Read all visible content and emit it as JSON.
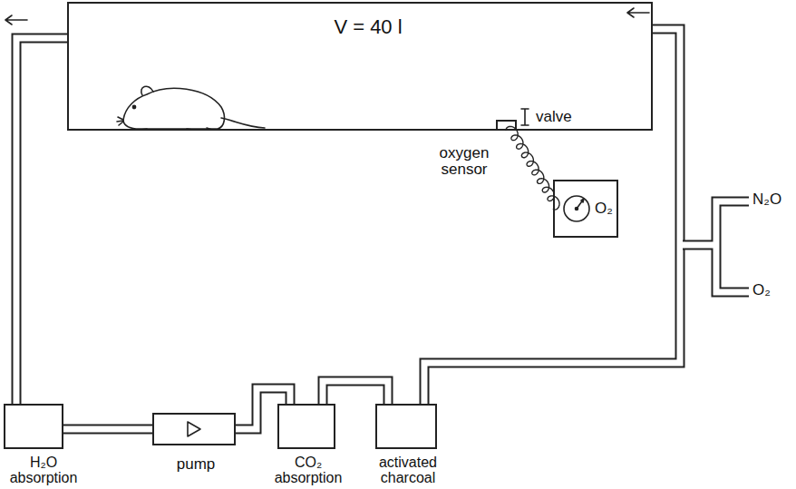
{
  "diagram": {
    "nodes": [
      {
        "text": [
          "V = 40 l"
        ]
      },
      {
        "text": [
          "valve"
        ],
        "in": 0
      },
      {
        "text": [
          "oxygen sensor",
          "O₂"
        ]
      },
      {
        "text": [
          "H₂O absorption"
        ]
      },
      {
        "text": [
          "pump"
        ]
      },
      {
        "text": [
          "CO₂ absorption"
        ]
      },
      {
        "text": [
          "activated charcoal"
        ]
      }
    ],
    "edges": [
      {
        "from": 0,
        "to": 3,
        "arrow": "none"
      },
      {
        "from": 3,
        "to": 4,
        "arrow": "none"
      },
      {
        "from": 4,
        "to": 5,
        "arrow": "none"
      },
      {
        "from": 5,
        "to": 6,
        "arrow": "none"
      },
      {
        "from": 6,
        "to": 0,
        "arrow": "none"
      },
      {
        "from": 1,
        "to": 2,
        "arrow": "none"
      }
    ],
    "labels": [
      "N₂O",
      "O₂"
    ]
  }
}
